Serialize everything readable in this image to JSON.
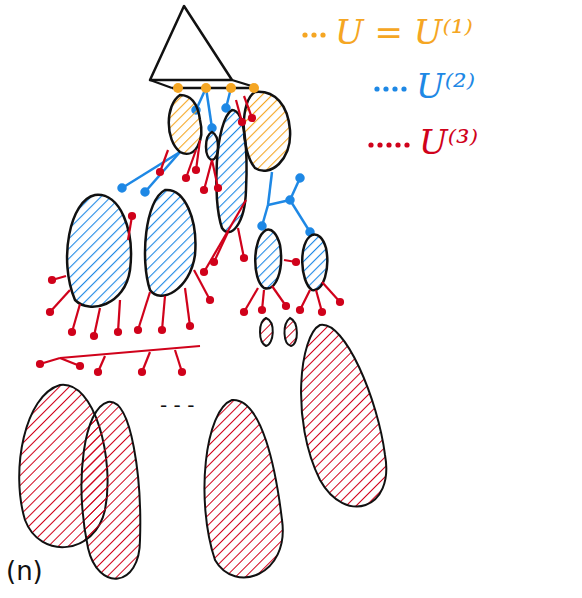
{
  "diagram": {
    "labels": [
      "(n)"
    ],
    "legend": [
      {
        "text": "U = U⁽¹⁾",
        "color": "#f5a623"
      },
      {
        "text": "U⁽²⁾",
        "color": "#1e88e5"
      },
      {
        "text": "U⁽³⁾",
        "color": "#d0021b"
      }
    ]
  }
}
